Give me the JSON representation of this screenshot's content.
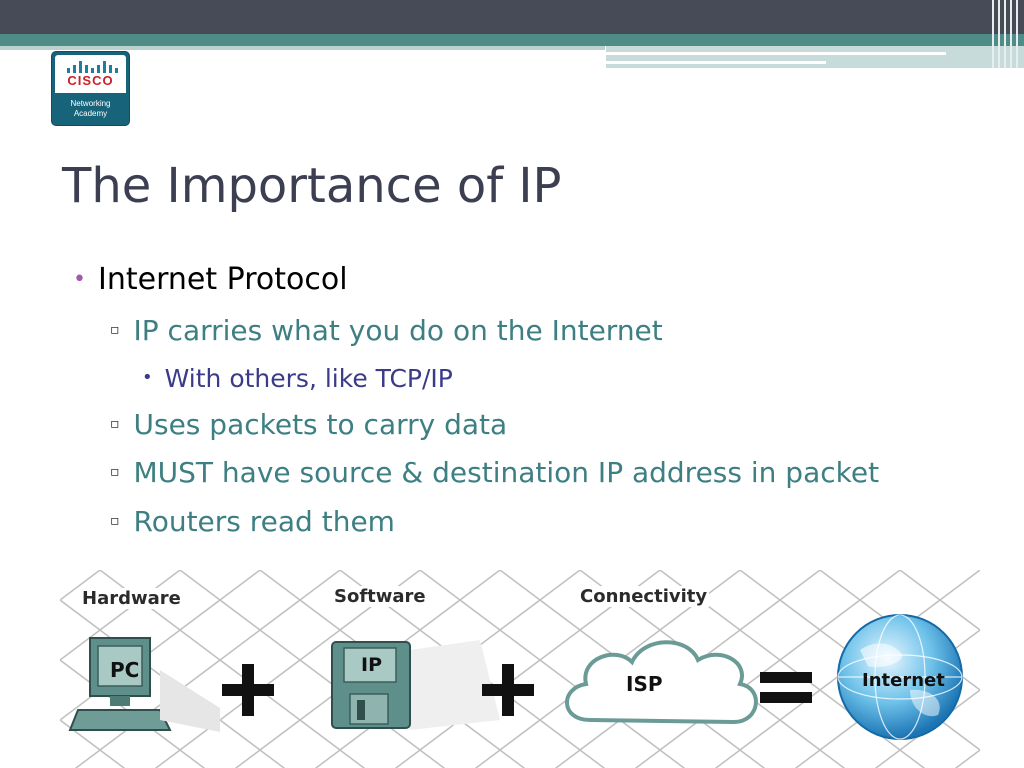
{
  "logo": {
    "wordmark": "CISCO",
    "subtitle_line1": "Networking",
    "subtitle_line2": "Academy"
  },
  "slide": {
    "title": "The Importance of IP",
    "bullets": [
      {
        "level": 1,
        "text": "Internet Protocol"
      },
      {
        "level": 2,
        "text": "IP carries what you do on the Internet"
      },
      {
        "level": 3,
        "text": "With others, like TCP/IP"
      },
      {
        "level": 2,
        "text": "Uses packets to carry data"
      },
      {
        "level": 2,
        "text": "MUST have source & destination IP address in packet"
      },
      {
        "level": 2,
        "text": "Routers read them"
      }
    ]
  },
  "diagram": {
    "labels": {
      "hardware": "Hardware",
      "software": "Software",
      "connectivity": "Connectivity"
    },
    "pc": "PC",
    "ip": "IP",
    "isp": "ISP",
    "internet": "Internet"
  },
  "colors": {
    "title": "#3c3f52",
    "level2_text": "#3d7f82",
    "level3_text": "#3b3b8a",
    "level1_bullet": "#a05aa8",
    "topbar_dark": "#464b57",
    "topbar_teal": "#4f8c88",
    "logo_bg": "#17647a",
    "logo_red": "#cc2027"
  }
}
